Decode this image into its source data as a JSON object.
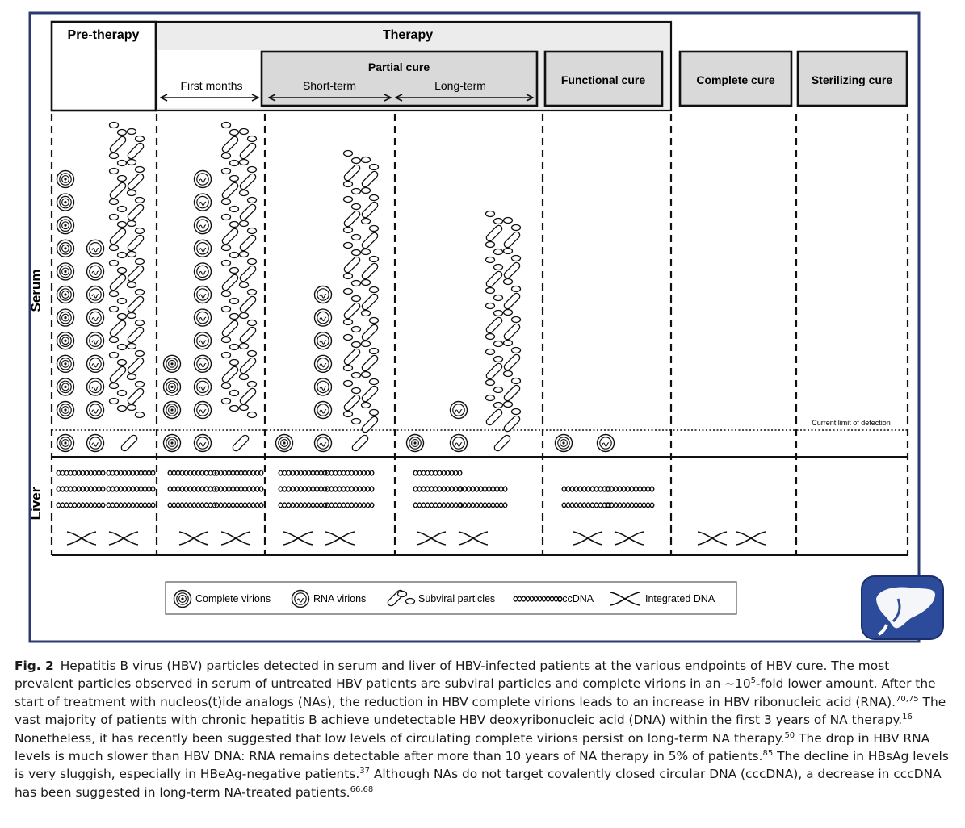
{
  "headers": {
    "pre_therapy": "Pre-therapy",
    "therapy": "Therapy",
    "partial_cure": "Partial cure",
    "first_months": "First months",
    "short_term": "Short-term",
    "long_term": "Long-term",
    "functional_cure": "Functional cure",
    "complete_cure": "Complete cure",
    "sterilizing_cure": "Sterilizing cure"
  },
  "side_labels": {
    "serum": "Serum",
    "liver": "Liver"
  },
  "detection_label": "Current limit of detection",
  "legend": {
    "complete_virions": "Complete virions",
    "rna_virions": "RNA virions",
    "subviral_particles": "Subviral particles",
    "cccdna": "cccDNA",
    "integrated_dna": "Integrated DNA"
  },
  "logo_icon": "liver-logo-icon",
  "colors": {
    "frame": "#2b3a70",
    "header_fill": "#dcdcdc",
    "logo_bg": "#2c4b9a"
  },
  "caption": {
    "label": "Fig. 2",
    "s1": "Hepatitis B virus (HBV) particles detected in serum and liver of HBV-infected patients at the various endpoints of HBV cure. The most prevalent particles observed in serum of untreated HBV patients are subviral particles and complete virions in an ~10",
    "sup1": "5",
    "s2": "-fold lower amount. After the start of treatment with nucleos(t)ide analogs (NAs), the reduction in HBV complete virions leads to an increase in HBV ribonucleic acid (RNA).",
    "sup2": "70,75",
    "s3": " The vast majority of patients with chronic hepatitis B achieve undetectable HBV deoxyribonucleic acid (DNA) within the first 3 years of NA therapy.",
    "sup3": "16",
    "s4": " Nonetheless, it has recently been suggested that low levels of circulating complete virions persist on long-term NA therapy.",
    "sup4": "50",
    "s5": " The drop in HBV RNA levels is much slower than HBV DNA: RNA remains detectable after more than 10 years of NA therapy in 5% of patients.",
    "sup5": "85",
    "s6": " The decline in HBsAg levels is very sluggish, especially in HBeAg-negative patients.",
    "sup6": "37",
    "s7": " Although NAs do not target covalently closed circular DNA (cccDNA), a decrease in cccDNA has been suggested in long-term NA-treated patients.",
    "sup7": "66,68"
  }
}
